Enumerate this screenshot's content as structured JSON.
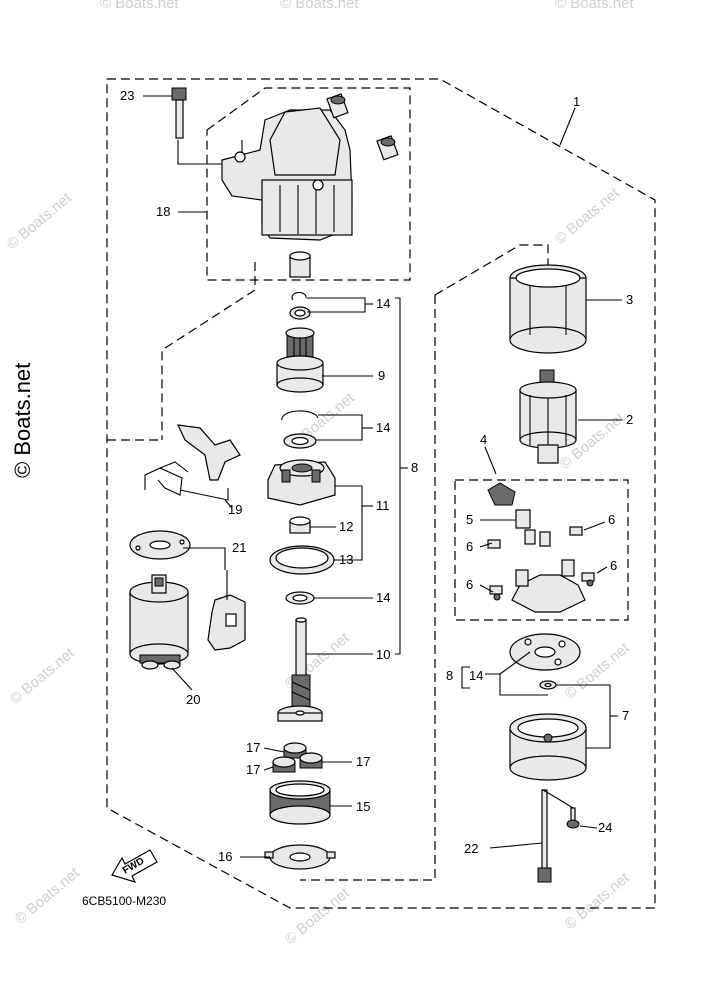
{
  "watermark": {
    "main": "© Boats.net",
    "small": "© Boats.net"
  },
  "diagram_code": "6CB5100-M230",
  "fwd_label": "FWD",
  "callouts": {
    "c1": "1",
    "c2": "2",
    "c3": "3",
    "c4": "4",
    "c5": "5",
    "c6a": "6",
    "c6b": "6",
    "c6c": "6",
    "c6d": "6",
    "c7": "7",
    "c8a": "8",
    "c8b": "8",
    "c9": "9",
    "c10": "10",
    "c11": "11",
    "c12": "12",
    "c13": "13",
    "c14a": "14",
    "c14b": "14",
    "c14c": "14",
    "c14d": "14",
    "c15": "15",
    "c16": "16",
    "c17a": "17",
    "c17b": "17",
    "c17c": "17",
    "c18": "18",
    "c19": "19",
    "c20": "20",
    "c21": "21",
    "c22": "22",
    "c23": "23",
    "c24": "24"
  }
}
